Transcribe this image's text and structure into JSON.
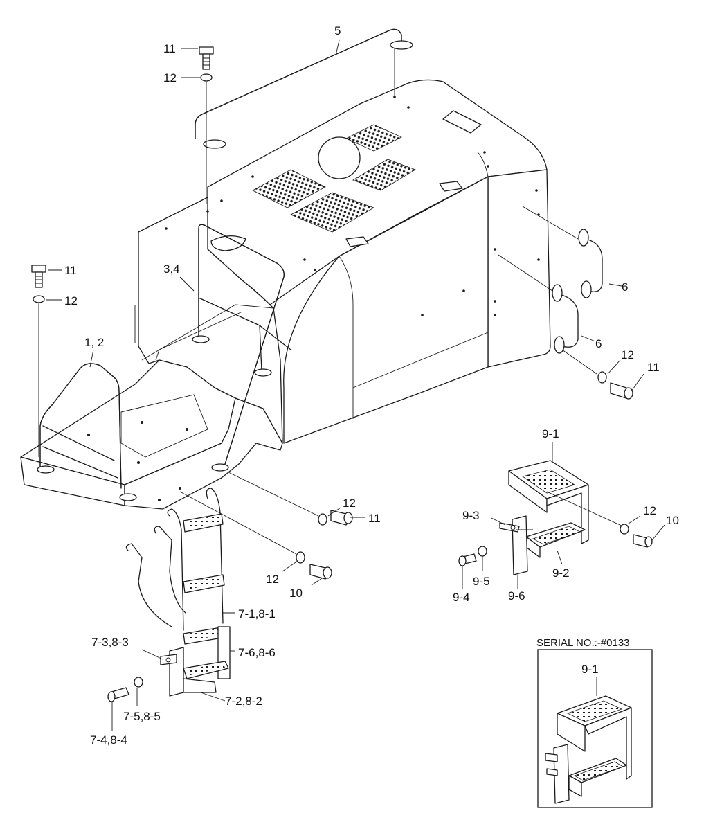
{
  "labels": {
    "l11a": "11",
    "l12a": "12",
    "l5": "5",
    "l11b": "11",
    "l12b": "12",
    "l34": "3,4",
    "l12": "1, 2",
    "l6a": "6",
    "l6b": "6",
    "l12c": "12",
    "l11c": "11",
    "l91": "9-1",
    "l12d": "12",
    "l11d": "11",
    "l12e": "12",
    "l10a": "10",
    "l12f": "12",
    "l10b": "10",
    "l93": "9-3",
    "l95": "9-5",
    "l94": "9-4",
    "l96": "9-6",
    "l92": "9-2",
    "l71": "7-1,8-1",
    "l76": "7-6,8-6",
    "l73": "7-3,8-3",
    "l72": "7-2,8-2",
    "l75": "7-5,8-5",
    "l74": "7-4,8-4"
  },
  "inset": {
    "title": "SERIAL NO.:-#0133",
    "part_label": "9-1"
  }
}
